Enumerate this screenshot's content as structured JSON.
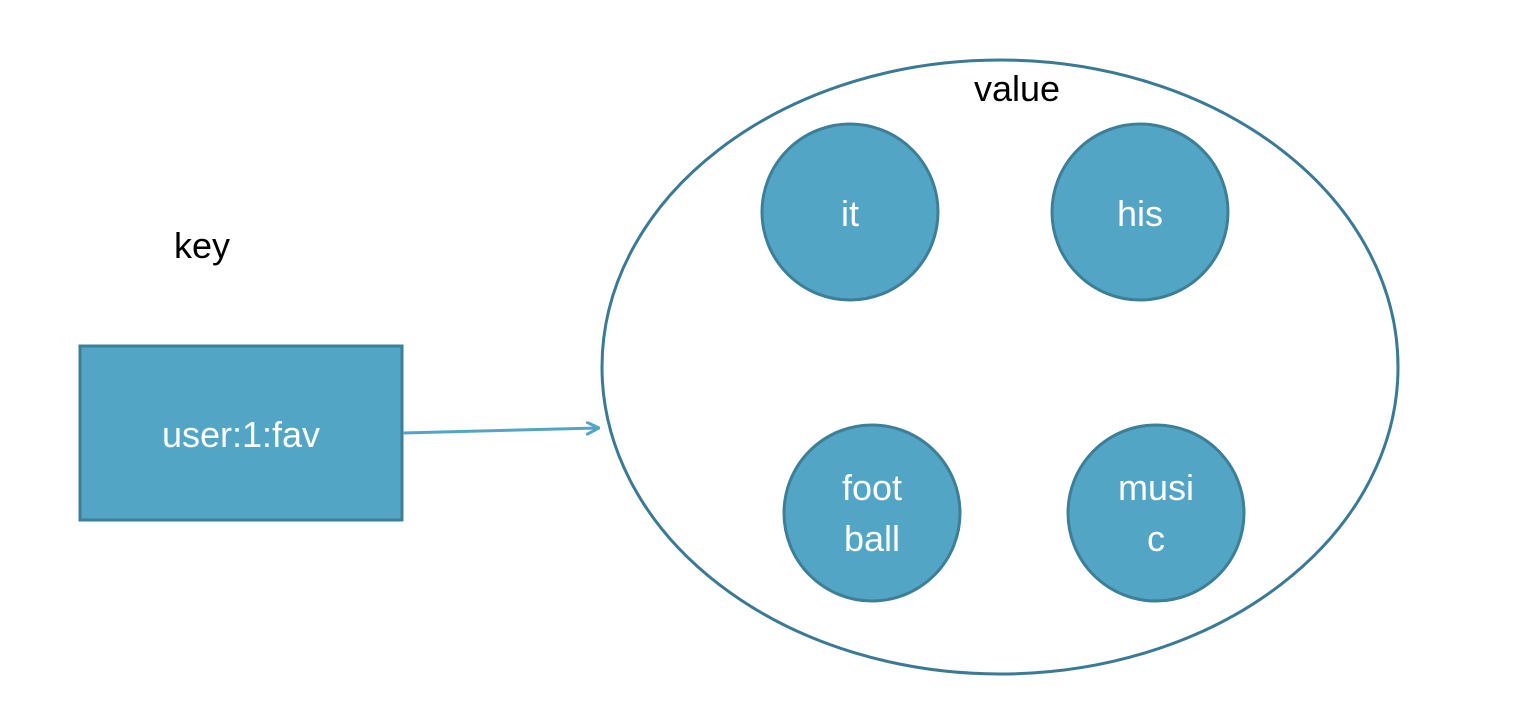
{
  "key_label": "key",
  "value_label": "value",
  "key_box": {
    "text": "user:1:fav"
  },
  "members": [
    {
      "lines": [
        "it"
      ]
    },
    {
      "lines": [
        "his"
      ]
    },
    {
      "lines": [
        "foot",
        "ball"
      ]
    },
    {
      "lines": [
        "musi",
        "c"
      ]
    }
  ],
  "colors": {
    "fill": "#52a5c4",
    "stroke": "#3d7f97",
    "ellipse_stroke": "#3a7a94",
    "arrow": "#52a5c4",
    "text_on_fill": "#ffffff",
    "text": "#000000"
  }
}
